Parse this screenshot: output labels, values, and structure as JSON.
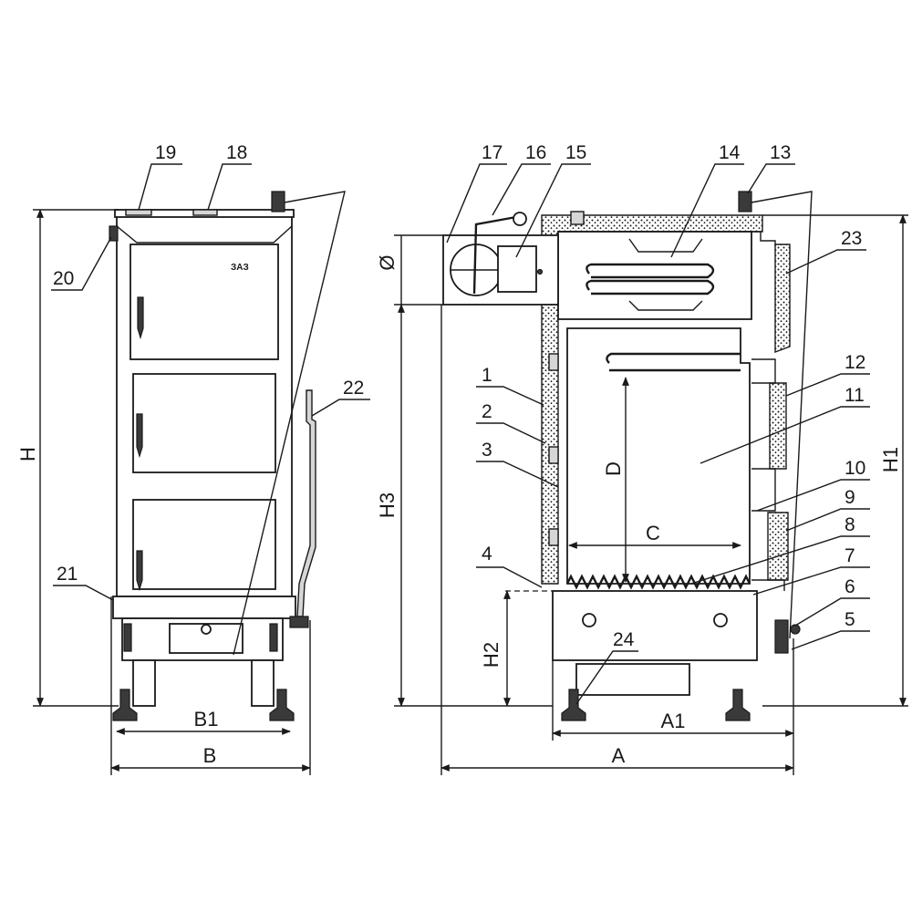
{
  "callouts": {
    "n1": "1",
    "n2": "2",
    "n3": "3",
    "n4": "4",
    "n5": "5",
    "n6": "6",
    "n7": "7",
    "n8": "8",
    "n9": "9",
    "n10": "10",
    "n11": "11",
    "n12": "12",
    "n13": "13",
    "n14": "14",
    "n15": "15",
    "n16": "16",
    "n17": "17",
    "n18": "18",
    "n19": "19",
    "n20": "20",
    "n21": "21",
    "n22": "22",
    "n23": "23",
    "n24": "24"
  },
  "dimensions": {
    "H": "H",
    "H1": "H1",
    "H2": "H2",
    "H3": "H3",
    "A": "A",
    "A1": "A1",
    "B": "B",
    "B1": "B1",
    "C": "C",
    "D": "D",
    "diameter": "Ø"
  },
  "logo_text": "ЗАЗ"
}
